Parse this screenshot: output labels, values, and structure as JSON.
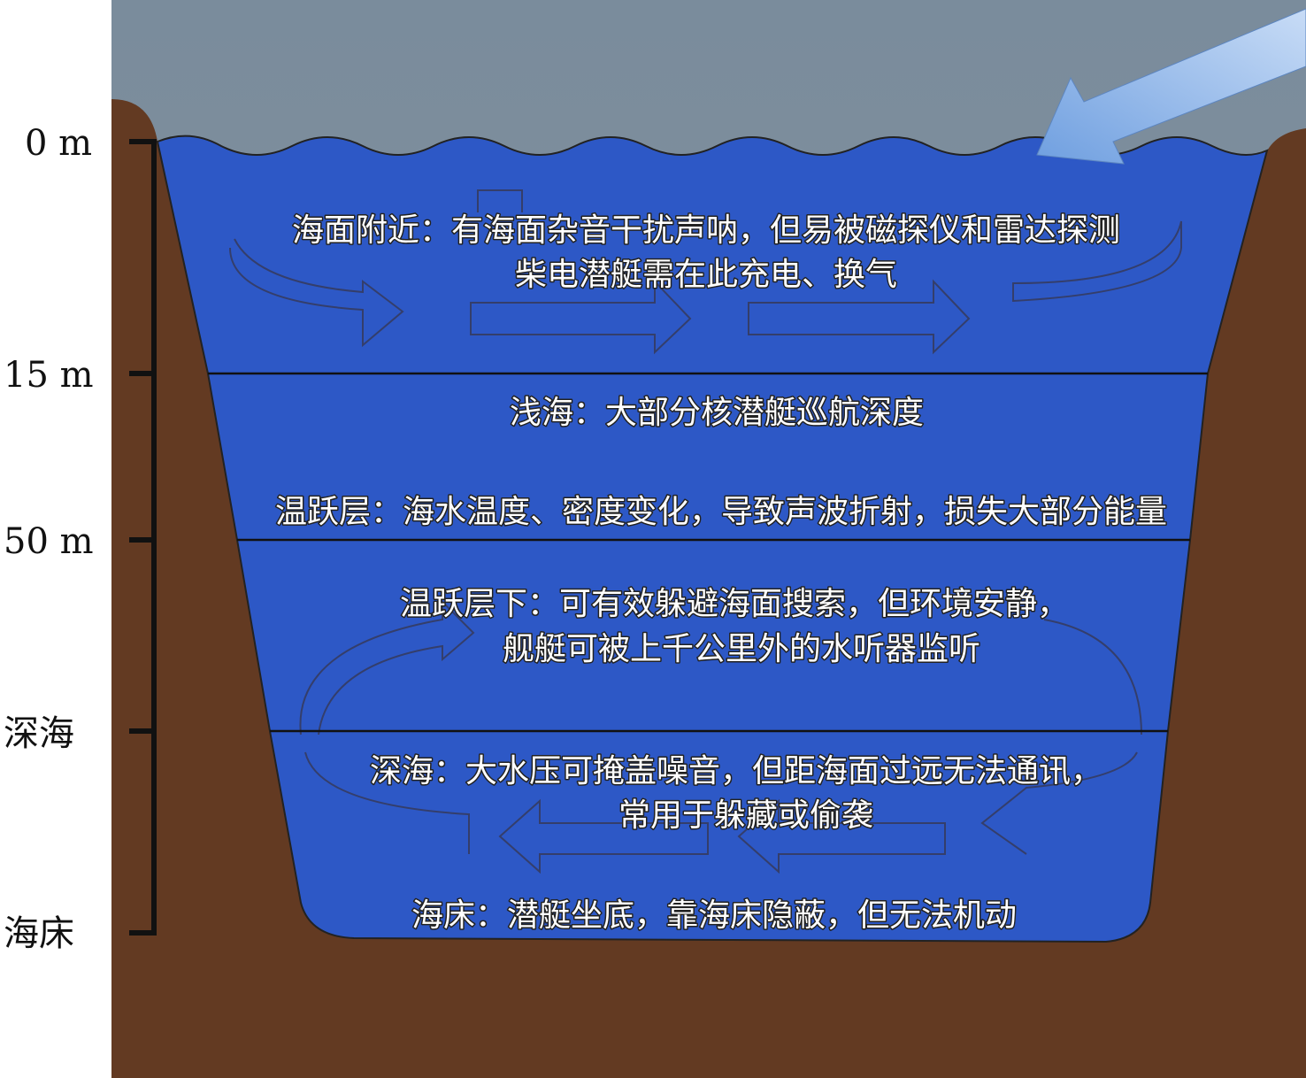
{
  "depth_scale": {
    "labels": [
      "0 m",
      "15 m",
      "50 m",
      "深海",
      "海床"
    ]
  },
  "zones": [
    {
      "name": "near-surface",
      "lines": [
        "海面附近：有海面杂音干扰声呐，但易被磁探仪和雷达探测",
        "柴电潜艇需在此充电、换气"
      ]
    },
    {
      "name": "shallow",
      "lines": [
        "浅海：大部分核潜艇巡航深度"
      ]
    },
    {
      "name": "thermocline",
      "lines": [
        "温跃层：海水温度、密度变化，导致声波折射，损失大部分能量"
      ]
    },
    {
      "name": "below-thermocline",
      "lines": [
        "温跃层下：可有效躲避海面搜索，但环境安静，",
        "舰艇可被上千公里外的水听器监听"
      ]
    },
    {
      "name": "deep-sea",
      "lines": [
        "深海：大水压可掩盖噪音，但距海面过远无法通讯，",
        "常用于躲藏或偷袭"
      ]
    },
    {
      "name": "seabed",
      "lines": [
        "海床：潜艇坐底，靠海床隐蔽，但无法机动"
      ]
    }
  ],
  "colors": {
    "sky": "#7d8d9c",
    "ground": "#633a22",
    "surface_red": "#c81e28",
    "orange": "#e58a2c",
    "yellow": "#d9c545",
    "green": "#5f9f5e",
    "teal": "#3d7d86",
    "blue": "#2f5cc0",
    "arrow": "#8db4e8"
  }
}
